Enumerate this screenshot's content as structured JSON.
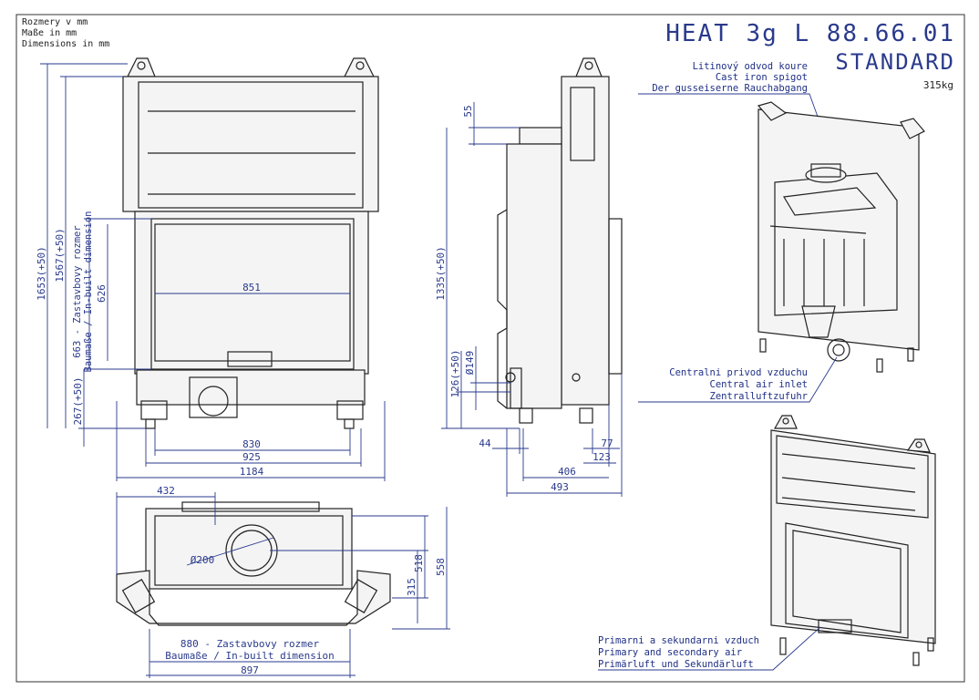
{
  "units_note": [
    "Rozmery v mm",
    "Maße in mm",
    "Dimensions in mm"
  ],
  "title": "HEAT 3g L 88.66.01",
  "subtitle": "STANDARD",
  "weight": "315kg",
  "labels": {
    "spigot": [
      "Litinový odvod koure",
      "Cast iron spigot",
      "Der gusseiserne Rauchabgang"
    ],
    "air_inlet": [
      "Centralni privod vzduchu",
      "Central air inlet",
      "Zentralluftzufuhr"
    ],
    "prim_sec": [
      "Primarni a sekundarni vzduch",
      "Primary and secondary air",
      "Primärluft und Sekundärluft"
    ]
  },
  "front_dims": {
    "h_1653": "1653(+50)",
    "h_1567": "1567(+50)",
    "h_663": "663 - Zastavbovy rozmer",
    "h_663b": "Baumaße / In-built dimension",
    "h_626": "626",
    "h_267": "267(+50)",
    "w_851": "851",
    "w_830": "830",
    "w_925": "925",
    "w_1184": "1184"
  },
  "side_dims": {
    "d_55": "55",
    "h_1335": "1335(+50)",
    "h_126": "126(+50)",
    "d_149": "Ø149",
    "d_44": "44",
    "d_77": "77",
    "d_123": "123",
    "d_406": "406",
    "d_493": "493"
  },
  "top_dims": {
    "d_432": "432",
    "d_200": "Ø200",
    "d_518": "518",
    "d_558": "558",
    "d_315": "315",
    "w_880a": "880 - Zastavbovy rozmer",
    "w_880b": "Baumaße / In-built dimension",
    "w_897": "897"
  }
}
